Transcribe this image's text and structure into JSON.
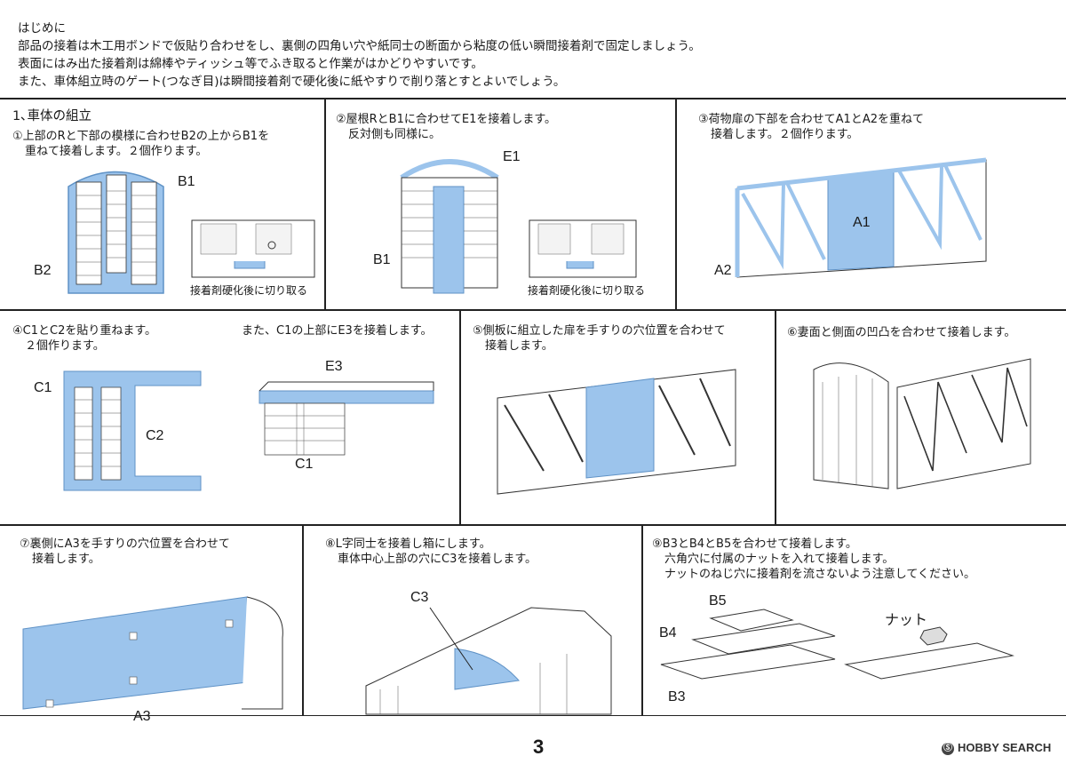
{
  "intro": {
    "heading": "はじめに",
    "line1": "部品の接着は木工用ボンドで仮貼り合わせをし、裏側の四角い穴や紙同士の断面から粘度の低い瞬間接着剤で固定しましょう。",
    "line2": "表面にはみ出た接着剤は綿棒やティッシュ等でふき取ると作業がはかどりやすいです。",
    "line3": "また、車体組立時のゲート(つなぎ目)は瞬間接着剤で硬化後に紙やすりで削り落とすとよいでしょう。"
  },
  "steps": {
    "s1": {
      "title": "1､車体の組立",
      "line1": "①上部のRと下部の模様に合わせB2の上からB1を",
      "line2": "重ねて接着します。２個作ります。",
      "labels": {
        "b1": "B1",
        "b2": "B2"
      },
      "note": "接着剤硬化後に切り取る"
    },
    "s2": {
      "line1": "②屋根RとB1に合わせてE1を接着します。",
      "line2": "反対側も同様に。",
      "labels": {
        "e1": "E1",
        "b1": "B1"
      },
      "note": "接着剤硬化後に切り取る"
    },
    "s3": {
      "line1": "③荷物扉の下部を合わせてA1とA2を重ねて",
      "line2": "接着します。２個作ります。",
      "labels": {
        "a1": "A1",
        "a2": "A2"
      }
    },
    "s4": {
      "line1": "④C1とC2を貼り重ねます。",
      "line2": "２個作ります。",
      "line3": "また、C1の上部にE3を接着します。",
      "labels": {
        "c1": "C1",
        "c2": "C2",
        "e3": "E3",
        "c1b": "C1"
      }
    },
    "s5": {
      "line1": "⑤側板に組立した扉を手すりの穴位置を合わせて",
      "line2": "接着します。"
    },
    "s6": {
      "line1": "⑥妻面と側面の凹凸を合わせて接着します。"
    },
    "s7": {
      "line1": "⑦裏側にA3を手すりの穴位置を合わせて",
      "line2": "接着します。",
      "labels": {
        "a3": "A3"
      }
    },
    "s8": {
      "line1": "⑧L字同士を接着し箱にします。",
      "line2": "車体中心上部の穴にC3を接着します。",
      "labels": {
        "c3": "C3"
      }
    },
    "s9": {
      "line1": "⑨B3とB4とB5を合わせて接着します。",
      "line2": "六角穴に付属のナットを入れて接着します。",
      "line3": "ナットのねじ穴に接着剤を流さないよう注意してください。",
      "labels": {
        "b5": "B5",
        "b4": "B4",
        "b3": "B3",
        "nut": "ナット"
      }
    }
  },
  "page_number": "3",
  "watermark": "HOBBY SEARCH",
  "colors": {
    "part_blue": "#9cc4ec",
    "part_blue_dark": "#5f92c6",
    "line": "#222222"
  }
}
